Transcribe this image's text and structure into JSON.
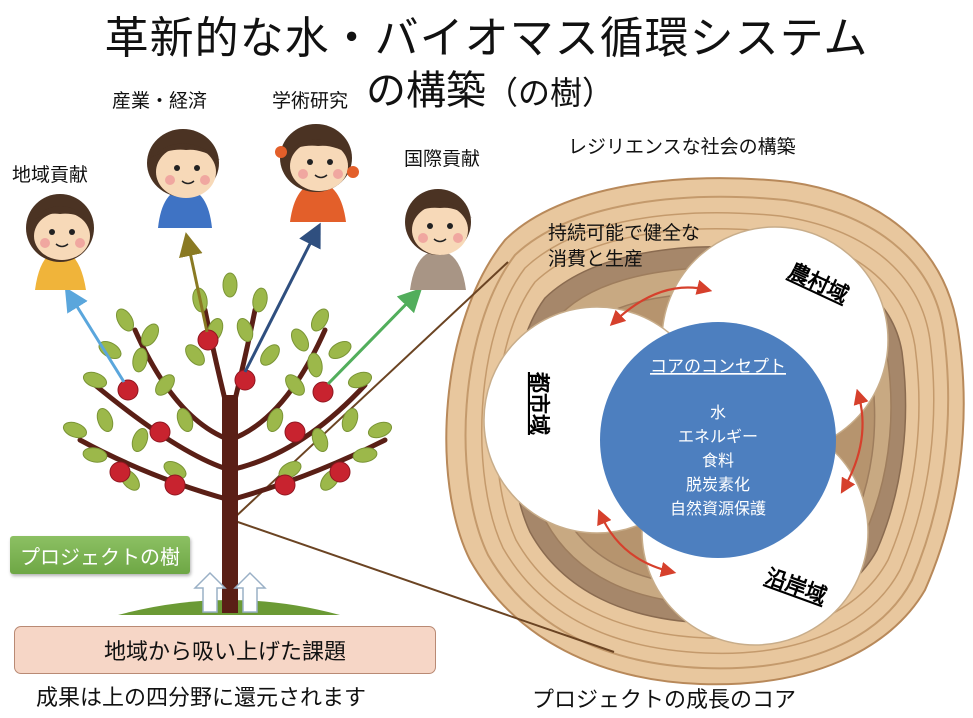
{
  "title": {
    "line1": "革新的な水・バイオマス循環システム",
    "line2_main": "の構築",
    "line2_sub": "（の樹）"
  },
  "outcomes": {
    "regional": "地域貢献",
    "industry": "産業・経済",
    "academic": "学術研究",
    "international": "国際貢献"
  },
  "tree": {
    "label": "プロジェクトの樹",
    "roots_label": "地域から吸い上げた課題",
    "caption": "成果は上の四分野に還元されます"
  },
  "core": {
    "resilience": "レジリエンスな社会の構築",
    "sustainable_line1": "持続可能で健全な",
    "sustainable_line2": "消費と生産",
    "rural": "農村域",
    "urban": "都市域",
    "coastal": "沿岸域",
    "concept_title": "コアのコンセプト",
    "concept_items": [
      "水",
      "エネルギー",
      "食料",
      "脱炭素化",
      "自然資源保護"
    ],
    "caption": "プロジェクトの成長のコア"
  },
  "colors": {
    "core_blue": "#4d7fbf",
    "arrow_red": "#d6402c",
    "bark": "#c89a6a",
    "trunk": "#5a1f16",
    "leaf": "#9cb84a",
    "apple": "#c8232f",
    "box_green": "#78ad50",
    "box_pink": "#f6d6c6"
  }
}
